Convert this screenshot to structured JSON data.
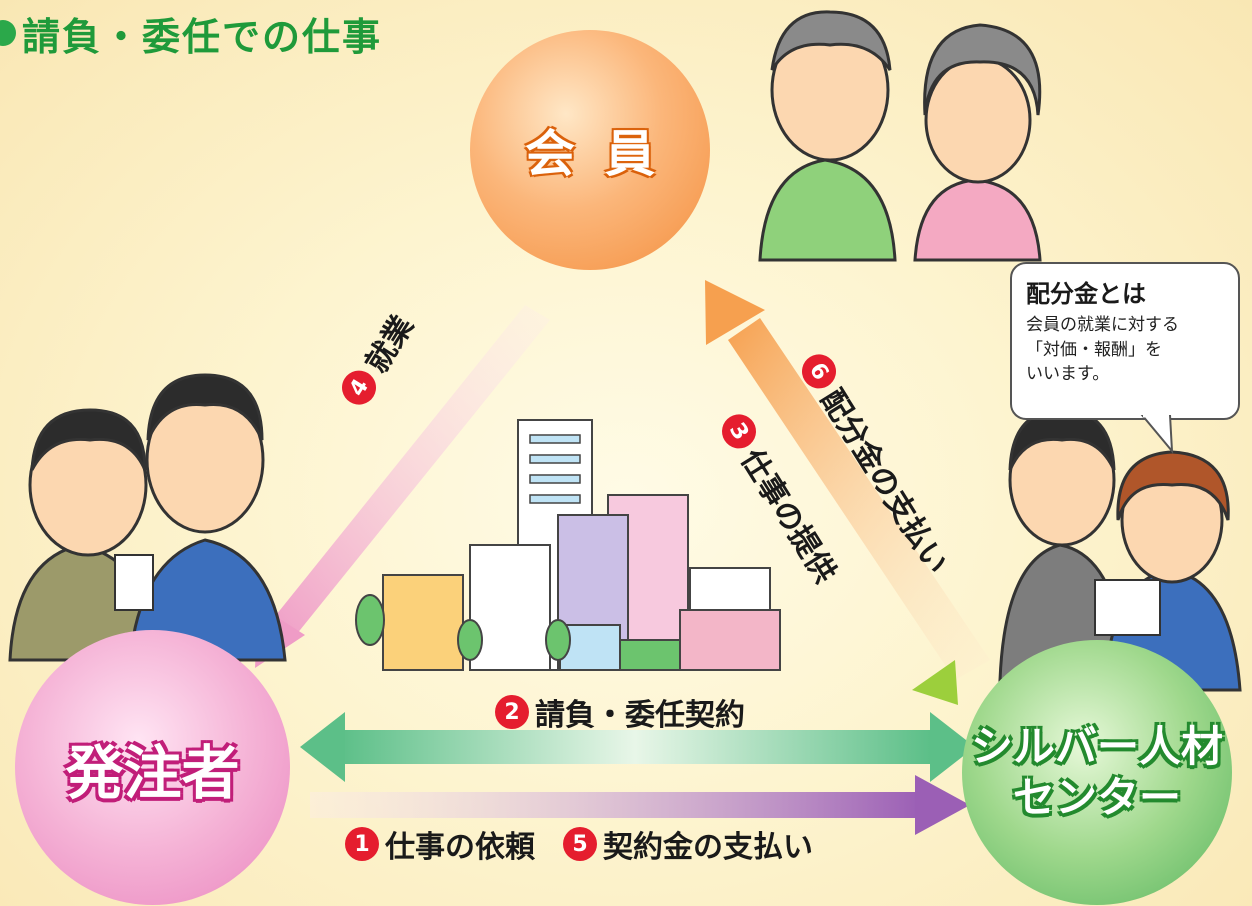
{
  "title": "請負・委任での仕事",
  "nodes": {
    "member": "会員",
    "client": "発注者",
    "center_line1": "シルバー人材",
    "center_line2": "センター"
  },
  "steps": {
    "s1": {
      "num": "1",
      "label": "仕事の依頼"
    },
    "s2": {
      "num": "2",
      "label": "請負・委任契約"
    },
    "s3": {
      "num": "3",
      "label": "仕事の提供"
    },
    "s4": {
      "num": "4",
      "label": "就業"
    },
    "s5": {
      "num": "5",
      "label": "契約金の支払い"
    },
    "s6": {
      "num": "6",
      "label": "配分金の支払い"
    }
  },
  "bubble": {
    "title": "配分金とは",
    "line1": "会員の就業に対する",
    "line2": "「対価・報酬」を",
    "line3": "いいます。"
  },
  "colors": {
    "title_green": "#1f9a3a",
    "step_red": "#e51d2e",
    "arrow_green": "#6cc48b",
    "arrow_purple": "#9b5fb5",
    "arrow_orange": "#f7a85a",
    "arrow_pink": "#f1a2c9"
  }
}
